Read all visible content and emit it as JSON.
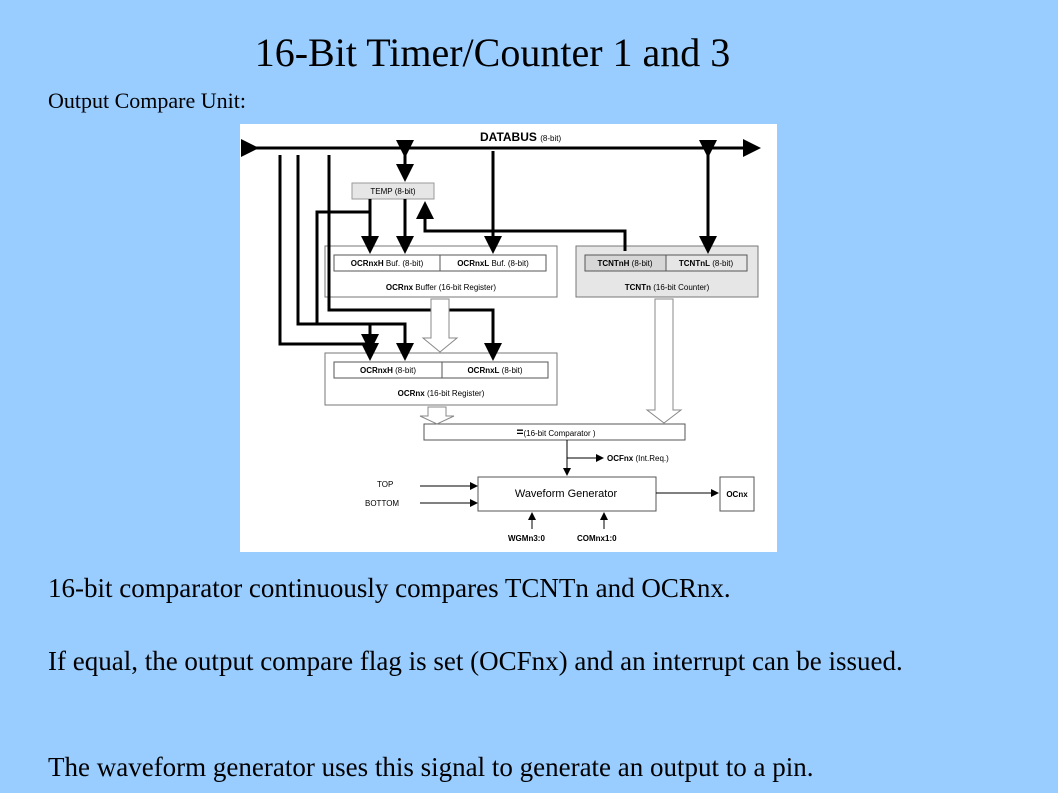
{
  "slide": {
    "title": "16-Bit Timer/Counter 1 and 3",
    "subtitle": "Output Compare Unit:",
    "paragraphs": [
      "16-bit comparator continuously compares TCNTn and OCRnx.",
      "If equal, the output compare flag is set (OCFnx) and an interrupt can be issued.",
      "The waveform generator uses this signal to generate an output to a pin."
    ]
  },
  "diagram": {
    "databus": {
      "name": "DATABUS",
      "width": "(8-bit)"
    },
    "temp": "TEMP (8-bit)",
    "ocr_buffer": {
      "high": {
        "name": "OCRnxH",
        "suffix": "Buf. (8-bit)"
      },
      "low": {
        "name": "OCRnxL",
        "suffix": "Buf. (8-bit)"
      },
      "caption": {
        "name": "OCRnx",
        "suffix": "Buffer (16-bit Register)"
      }
    },
    "tcnt": {
      "high": {
        "name": "TCNTnH",
        "suffix": "(8-bit)"
      },
      "low": {
        "name": "TCNTnL",
        "suffix": "(8-bit)"
      },
      "caption": {
        "name": "TCNTn",
        "suffix": "(16-bit Counter)"
      }
    },
    "ocr": {
      "high": {
        "name": "OCRnxH",
        "suffix": "(8-bit)"
      },
      "low": {
        "name": "OCRnxL",
        "suffix": "(8-bit)"
      },
      "caption": {
        "name": "OCRnx",
        "suffix": "(16-bit Register)"
      }
    },
    "comparator": {
      "symbol": "=",
      "label": "(16-bit Comparator )"
    },
    "ocf": {
      "name": "OCFnx",
      "suffix": "(Int.Req.)"
    },
    "waveform": "Waveform Generator",
    "top_label": "TOP",
    "bottom_label": "BOTTOM",
    "ocnx": "OCnx",
    "wgm": "WGMn3:0",
    "com": "COMnx1:0"
  }
}
